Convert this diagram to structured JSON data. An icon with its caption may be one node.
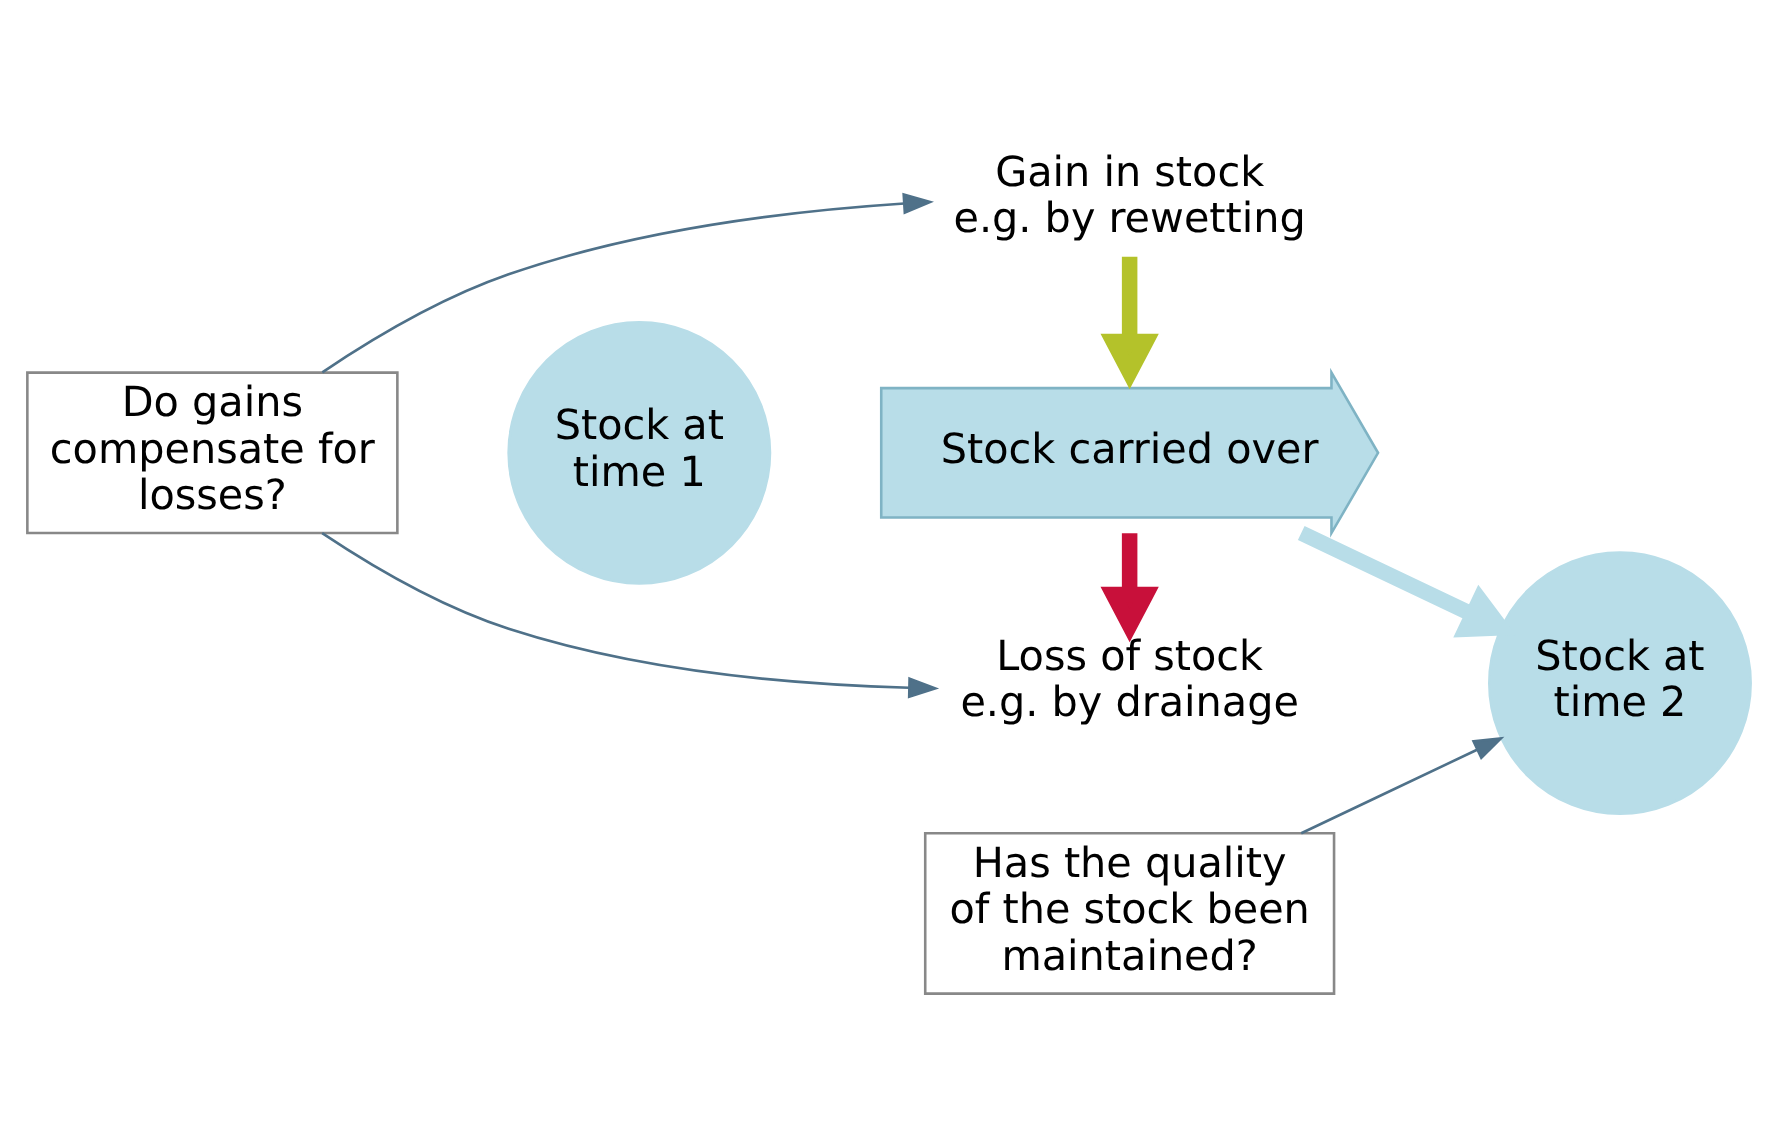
{
  "diagram": {
    "nodes": [
      {
        "text": [
          "Do gains compensate for losses?"
        ]
      },
      {
        "text": [
          "Stock at time 1"
        ]
      },
      {
        "text": [
          "Stock carried over"
        ]
      },
      {
        "text": [
          "Stock at time 2"
        ]
      },
      {
        "text": [
          "Loss of stock",
          "e.g. by drainage"
        ]
      },
      {
        "text": [
          "Gain in stock",
          "e.g. by rewetting"
        ]
      },
      {
        "text": [
          "Has the quality of the stock been maintained?"
        ]
      }
    ],
    "edges": [
      {
        "from": 0,
        "to": 4,
        "arrow": "to"
      },
      {
        "from": 0,
        "to": 5,
        "arrow": "to"
      },
      {
        "from": 2,
        "to": 4,
        "arrow": "to",
        "style": "thick",
        "color": "#c8103a"
      },
      {
        "from": 5,
        "to": 2,
        "arrow": "to",
        "style": "thick",
        "color": "#b4c22a"
      },
      {
        "from": 2,
        "to": 3,
        "arrow": "to",
        "style": "thick",
        "color": "#b8dde8"
      },
      {
        "from": 6,
        "to": 3,
        "arrow": "to"
      }
    ]
  }
}
